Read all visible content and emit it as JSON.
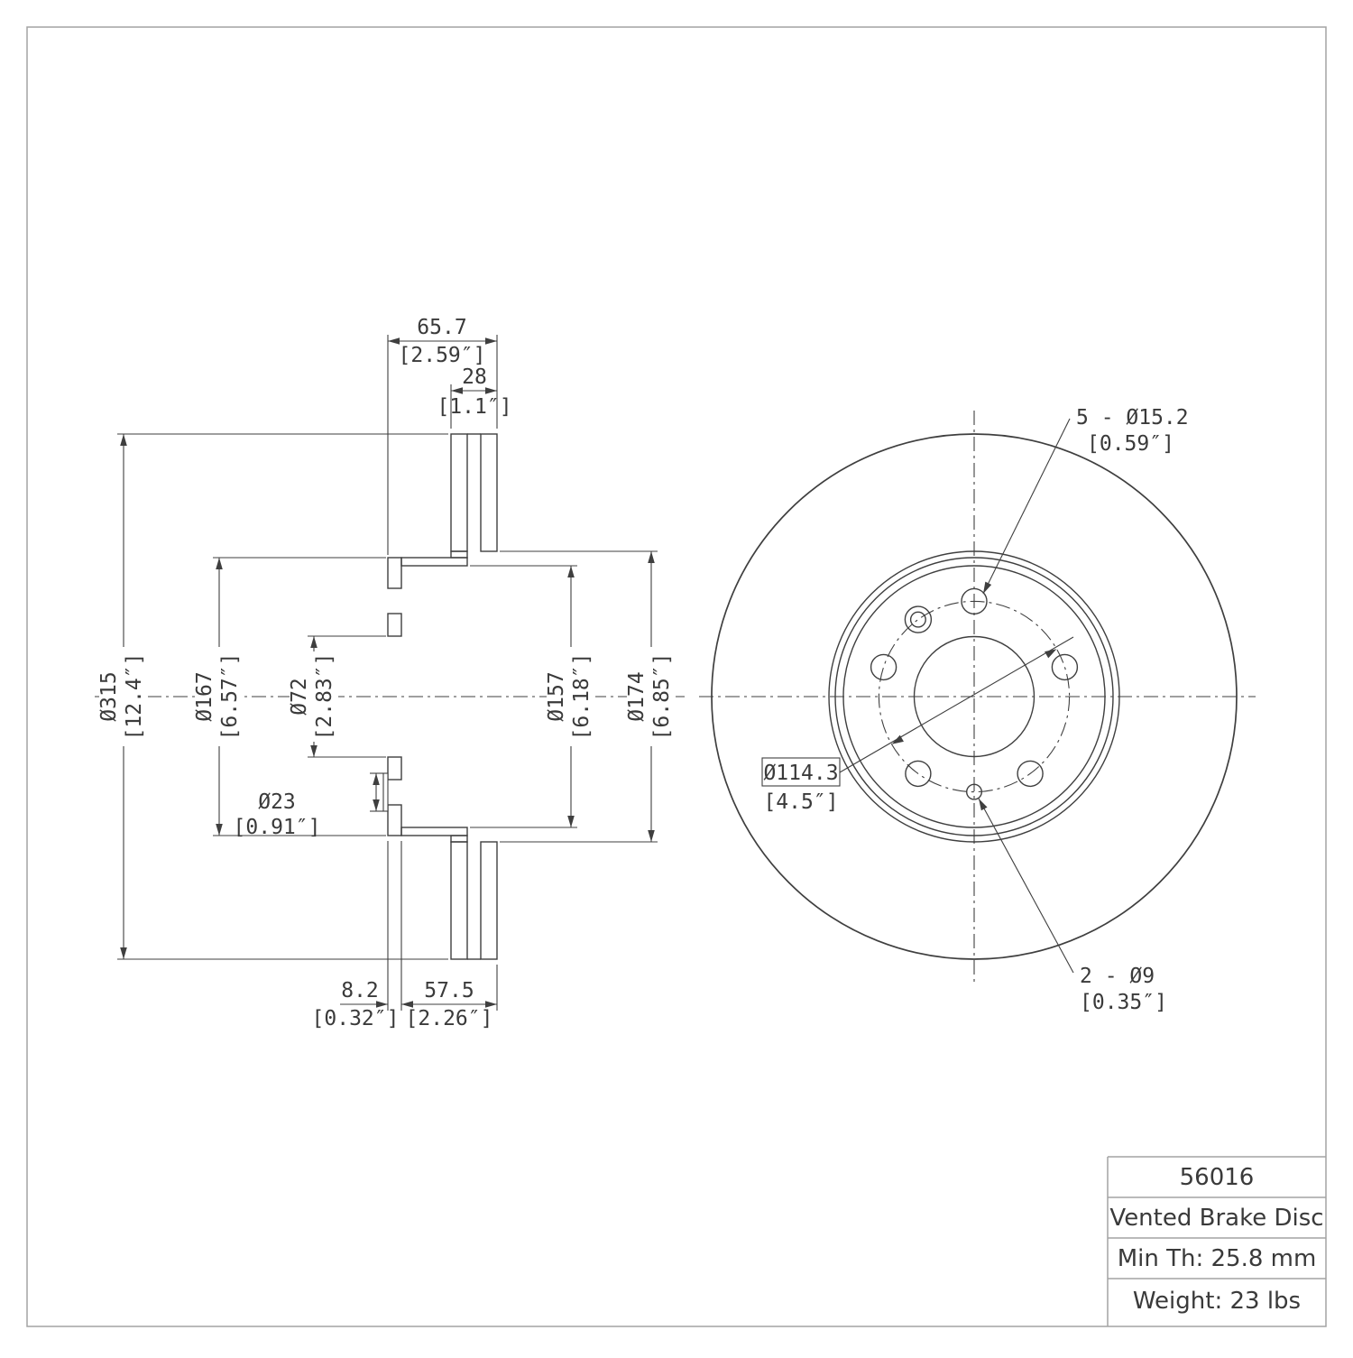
{
  "drawing": {
    "type": "engineering-drawing",
    "views": [
      "cross-section",
      "front"
    ],
    "colors": {
      "line": "#3f3f3f",
      "frame": "#a3a3a3",
      "background": "#ffffff"
    }
  },
  "section": {
    "dims": {
      "width_total": {
        "mm": "65.7",
        "in": "[2.59″]"
      },
      "thickness": {
        "mm": "28",
        "in": "[1.1″]"
      },
      "outer_dia": {
        "mm": "Ø315",
        "in": "[12.4″]"
      },
      "hat_dia": {
        "mm": "Ø167",
        "in": "[6.57″]"
      },
      "bore_dia": {
        "mm": "Ø72",
        "in": "[2.83″]"
      },
      "step_dia": {
        "mm": "Ø23",
        "in": "[0.91″]"
      },
      "drum_dia": {
        "mm": "Ø157",
        "in": "[6.18″]"
      },
      "band_dia": {
        "mm": "Ø174",
        "in": "[6.85″]"
      },
      "hat_wall": {
        "mm": "8.2",
        "in": "[0.32″]"
      },
      "hat_depth": {
        "mm": "57.5",
        "in": "[2.26″]"
      }
    }
  },
  "front": {
    "bolt_holes": {
      "label": "5 - Ø15.2",
      "in": "[0.59″]"
    },
    "bolt_circle": {
      "label": "Ø114.3",
      "in": "[4.5″]"
    },
    "service_holes": {
      "label": "2 - Ø9",
      "in": "[0.35″]"
    }
  },
  "title_block": {
    "part_number": "56016",
    "name": "Vented Brake Disc",
    "min_thickness": "Min Th: 25.8 mm",
    "weight": "Weight: 23 lbs"
  }
}
